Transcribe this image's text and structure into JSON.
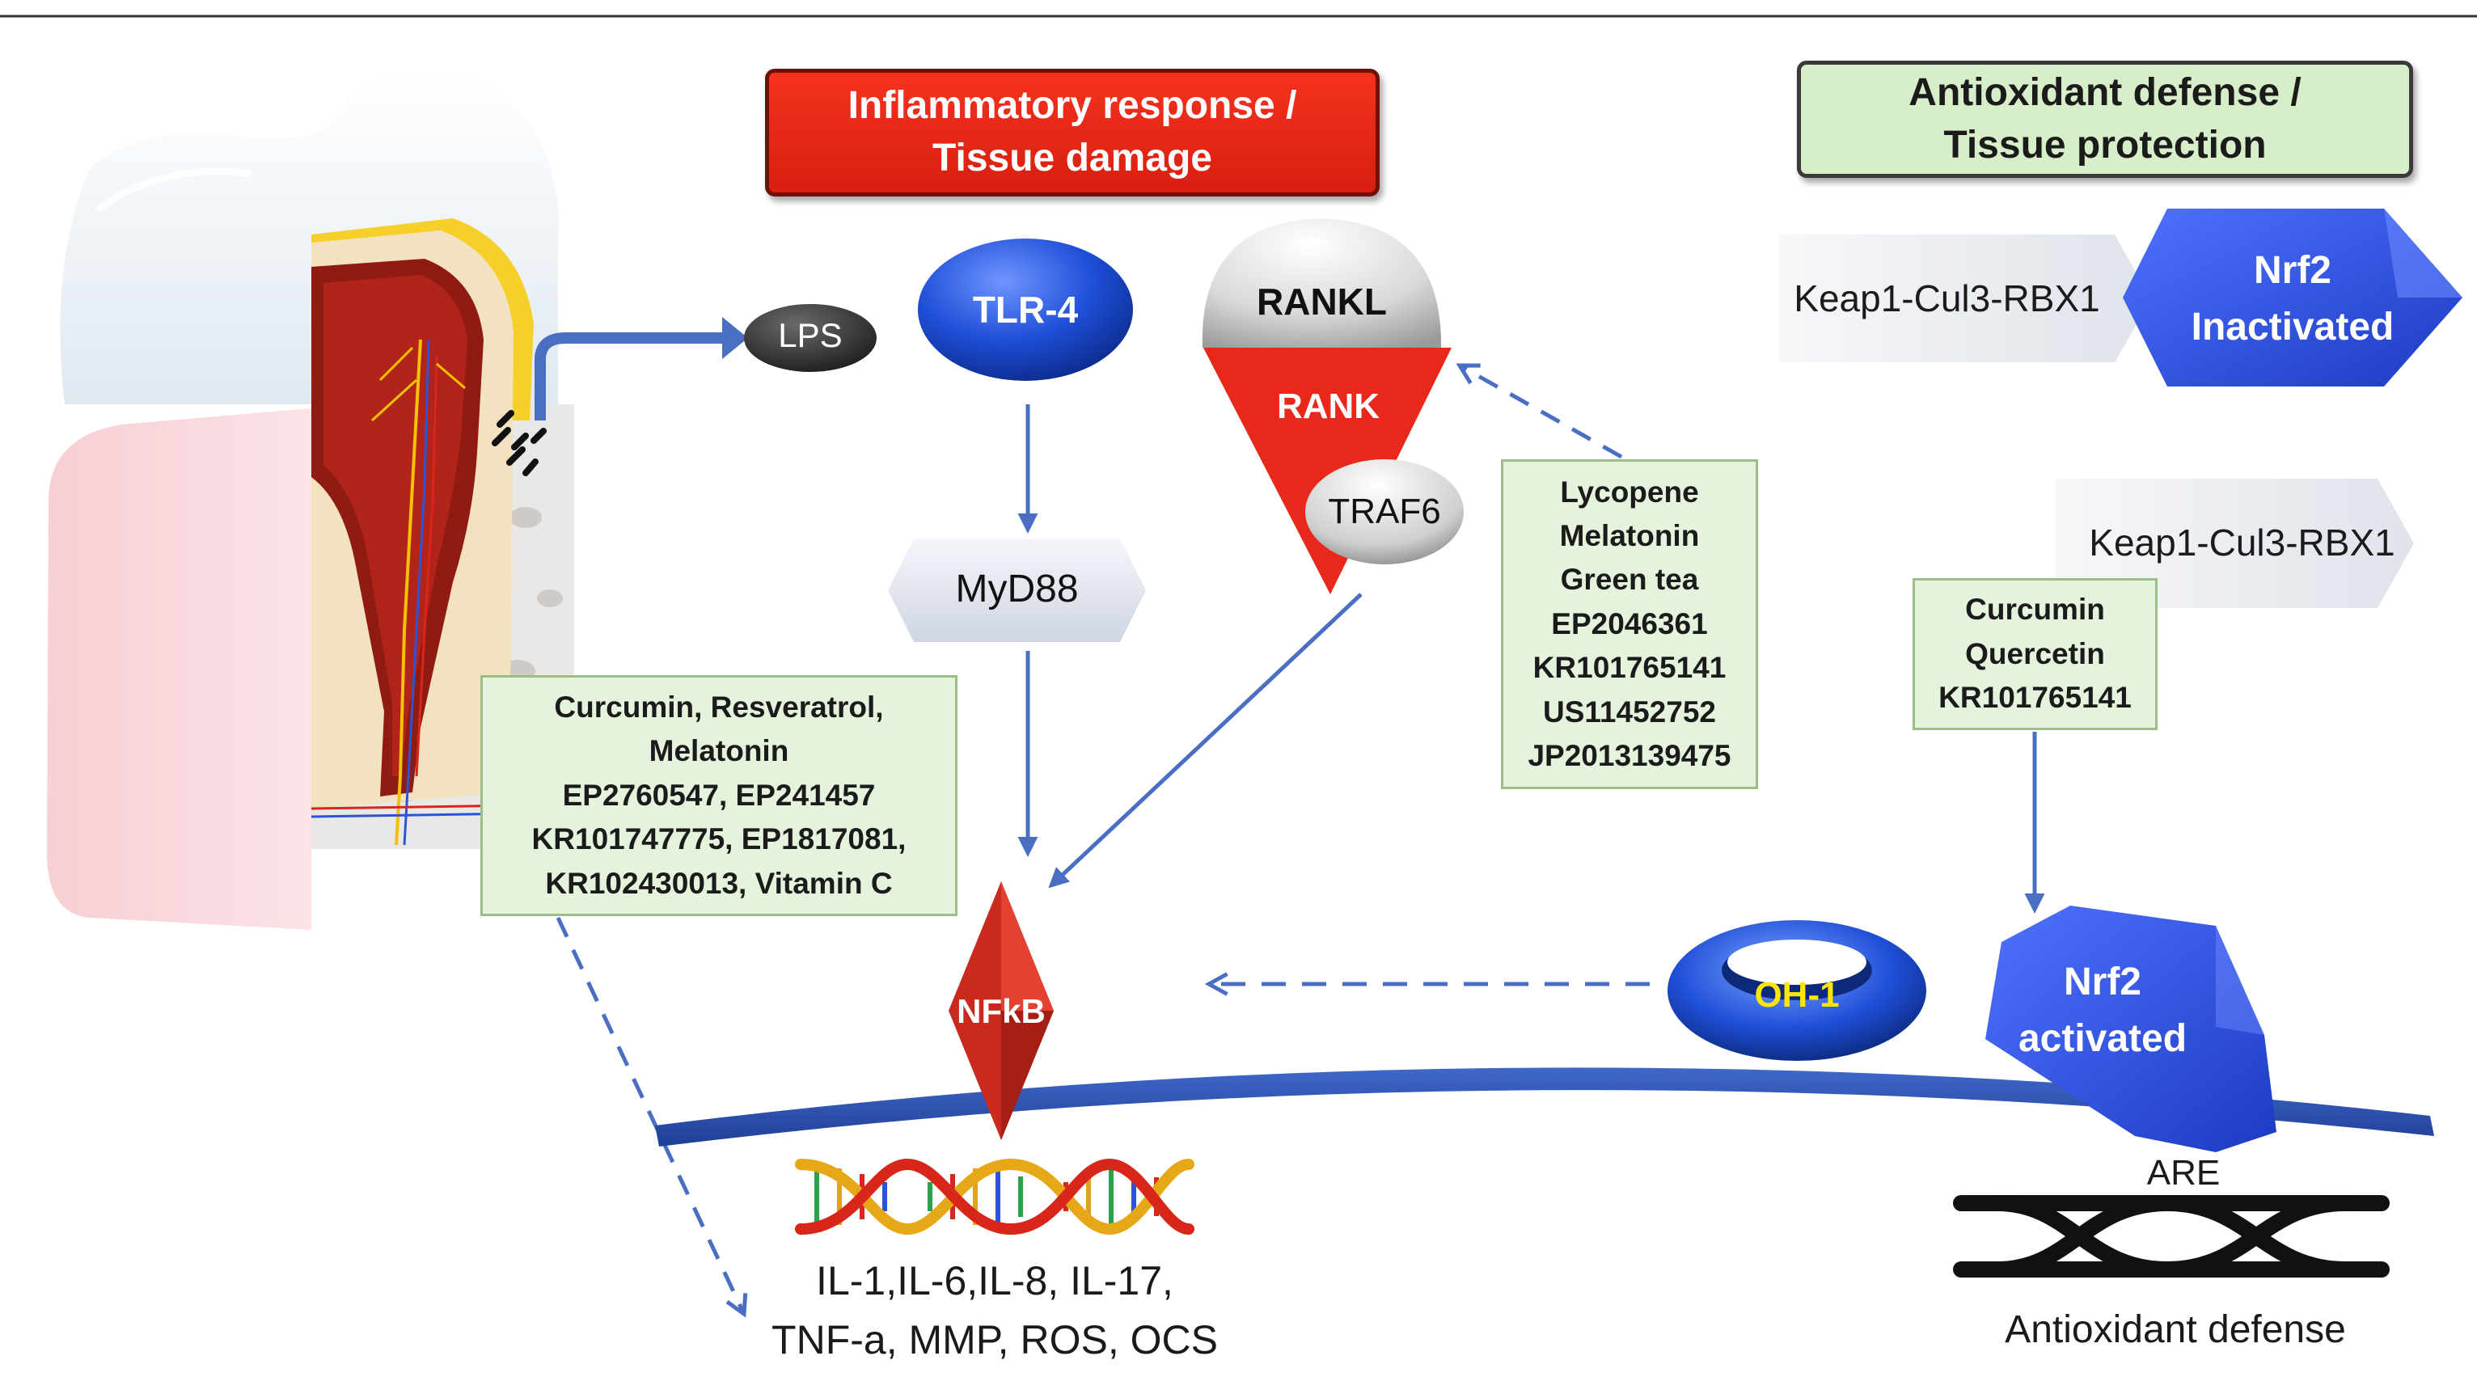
{
  "banners": {
    "inflammatory": [
      "Inflammatory response /",
      "Tissue damage"
    ],
    "antioxidant": [
      "Antioxidant defense /",
      "Tissue protection"
    ]
  },
  "nodes": {
    "lps": "LPS",
    "tlr4": "TLR-4",
    "rankl": "RANKL",
    "rank": "RANK",
    "traf6": "TRAF6",
    "myd88": "MyD88",
    "nfkb": "NFkB",
    "oh1": "OH-1",
    "keap1_top": "Keap1-Cul3-RBX1",
    "keap1_mid": "Keap1-Cul3-RBX1",
    "nrf2_inactivated": [
      "Nrf2",
      "Inactivated"
    ],
    "nrf2_activated": [
      "Nrf2",
      "activated"
    ],
    "are": "ARE",
    "antioxidant_defense": "Antioxidant defense"
  },
  "boxes": {
    "rank_inhibitors": [
      "Lycopene",
      "Melatonin",
      "Green tea",
      "EP2046361",
      "KR101765141",
      "US11452752",
      "JP2013139475"
    ],
    "nfkb_inhibitors": [
      "Curcumin, Resveratrol,",
      "Melatonin",
      "EP2760547, EP241457",
      "KR101747775, EP1817081,",
      "KR102430013, Vitamin C"
    ],
    "nrf2_activators": [
      "Curcumin",
      "Quercetin",
      "KR101765141"
    ]
  },
  "outputs": [
    "IL-1,IL-6,IL-8, IL-17,",
    "TNF-a, MMP, ROS, OCS"
  ],
  "colors": {
    "arrow": "#4a6fc2",
    "inflammatory_red": "#e8281a",
    "receptor_blue": "#1f4fd8",
    "nrf2_blue": "#2f54e6",
    "box_green": "#e5f2dc"
  }
}
